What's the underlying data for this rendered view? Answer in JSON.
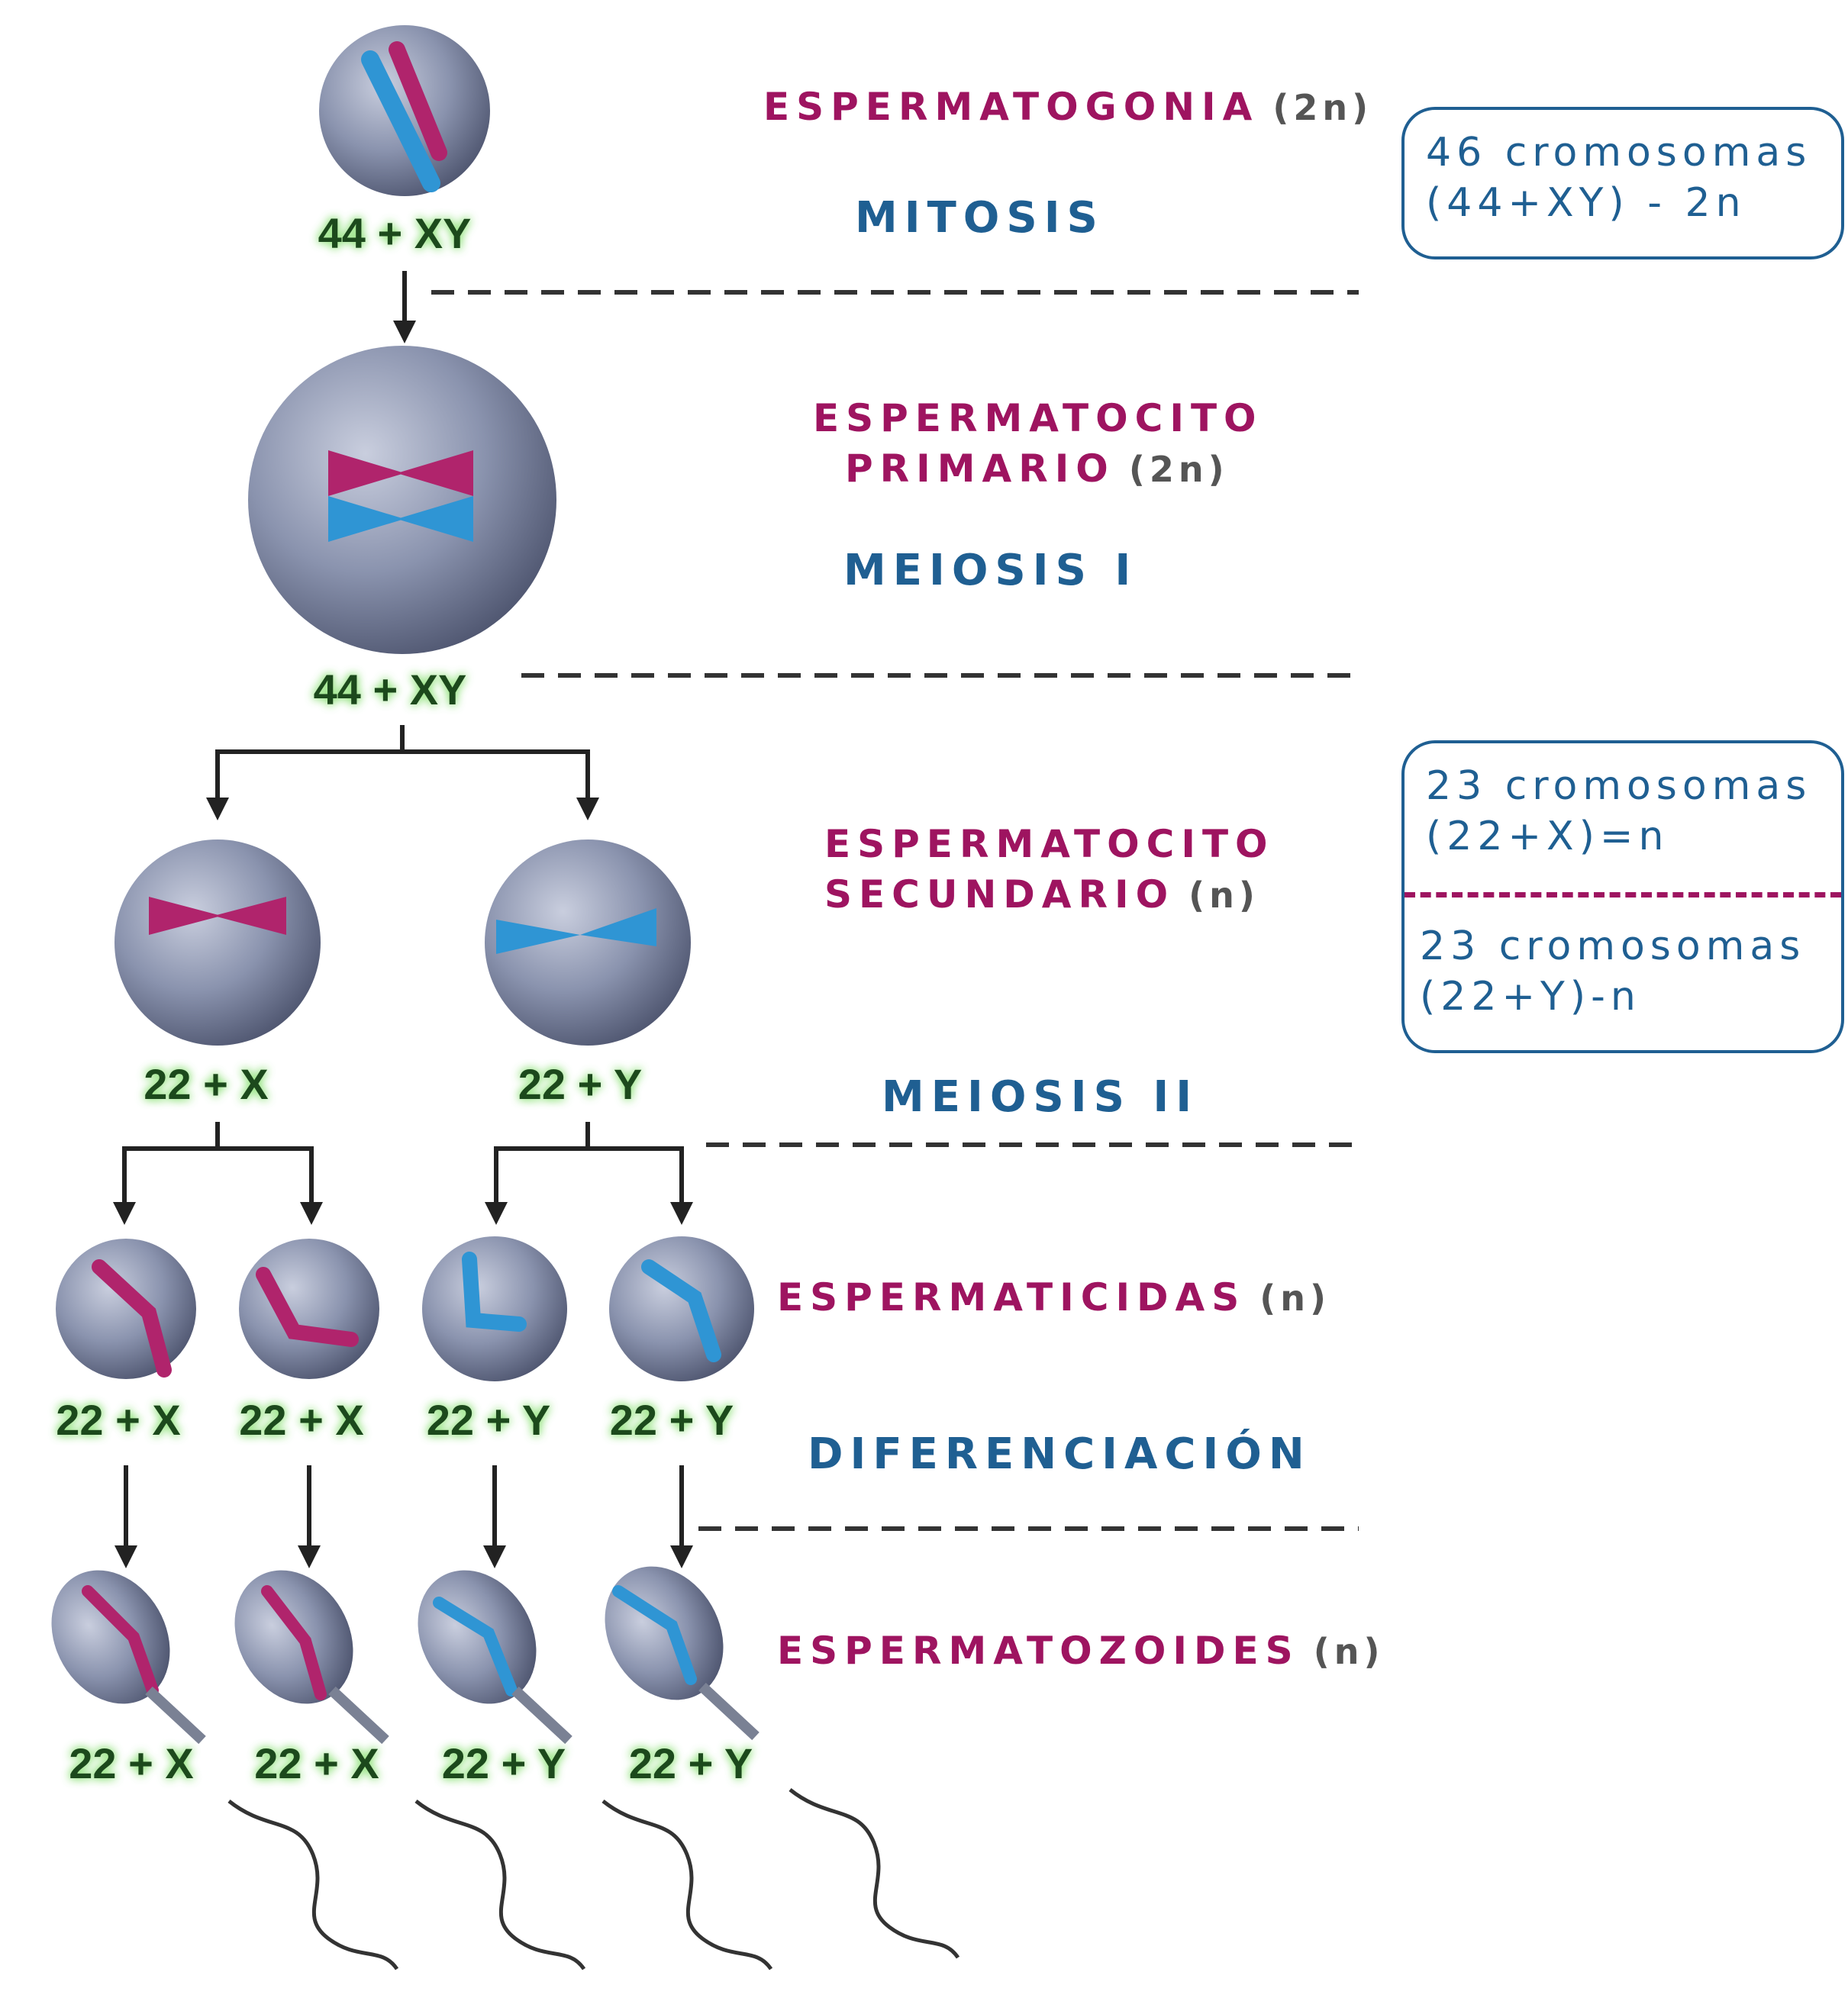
{
  "stages": {
    "espermatogonia": {
      "name": "ESPERMATOGONIA",
      "ploidy": "(2n)"
    },
    "espermatocito_primario": {
      "name_line1": "ESPERMATOCITO",
      "name_line2": "PRIMARIO",
      "ploidy": "(2n)"
    },
    "espermatocito_secundario": {
      "name_line1": "ESPERMATOCITO",
      "name_line2": "SECUNDARIO",
      "ploidy": "(n)"
    },
    "espermaticidas": {
      "name": "ESPERMATICIDAS",
      "ploidy": "(n)"
    },
    "espermatozoides": {
      "name": "ESPERMATOZOIDES",
      "ploidy": "(n)"
    }
  },
  "processes": {
    "mitosis": "MITOSIS",
    "meiosis_1": "MEIOSIS I",
    "meiosis_2": "MEIOSIS II",
    "diferenciacion": "DIFERENCIACIÓN"
  },
  "karyotypes": {
    "spermatogonium": "44 + XY",
    "primary_spermatocyte": "44 + XY",
    "secondary": [
      "22 + X",
      "22 + Y"
    ],
    "spermatids": [
      "22 + X",
      "22 + X",
      "22 + Y",
      "22 + Y"
    ],
    "spermatozoa": [
      "22 + X",
      "22 + X",
      "22 + Y",
      "22 + Y"
    ]
  },
  "info_boxes": {
    "diploid": {
      "line1": "46 cromosomas",
      "line2": "(44+XY) - 2n"
    },
    "haploid_x": {
      "line1": "23 cromosomas",
      "line2": "(22+X)=n"
    },
    "haploid_y": {
      "line1": "23 cromosomas",
      "line2": "(22+Y)-n"
    }
  },
  "colors": {
    "stage_text": "#9e1460",
    "process_text": "#1f5f92",
    "ploidy_text": "#555555",
    "x_chromosome": "#b0246c",
    "y_chromosome": "#2f95d4",
    "karyotype_text": "#1c4a1c",
    "karyotype_glow": "#8fe27a",
    "cell_fill": "#8a93ae"
  }
}
